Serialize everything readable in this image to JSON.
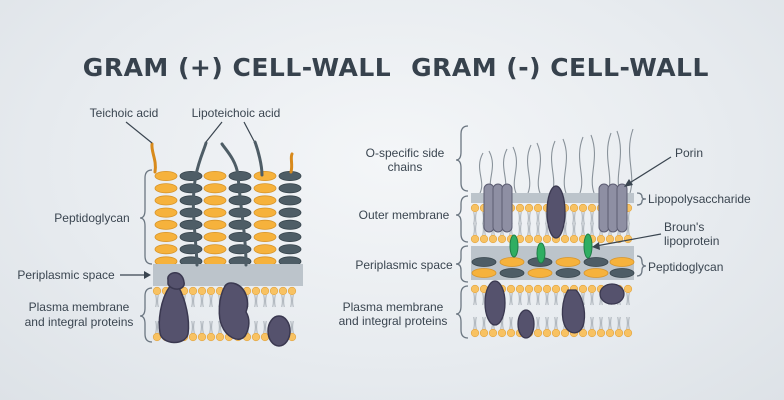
{
  "diagram": {
    "left": {
      "title": "GRAM (+) CELL-WALL",
      "labels": {
        "teichoic_acid": "Teichoic acid",
        "lipoteichoic_acid": "Lipoteichoic acid",
        "peptidoglycan": "Peptidoglycan",
        "periplasmic_space": "Periplasmic space",
        "plasma_membrane_line1": "Plasma membrane",
        "plasma_membrane_line2": "and integral proteins"
      }
    },
    "right": {
      "title": "GRAM (-) CELL-WALL",
      "labels": {
        "o_specific_line1": "O-specific side",
        "o_specific_line2": "chains",
        "outer_membrane": "Outer membrane",
        "periplasmic_space": "Periplasmic space",
        "plasma_membrane_line1": "Plasma membrane",
        "plasma_membrane_line2": "and integral proteins",
        "porin": "Porin",
        "lipopolysaccharide": "Lipopolysaccharide",
        "brouns_line1": "Broun's",
        "brouns_line2": "lipoprotein",
        "peptidoglycan": "Peptidoglycan"
      }
    },
    "colors": {
      "orange": "#f6b23c",
      "dark_slate": "#4e5d66",
      "purple_protein": "#55526d",
      "green_lipoprotein": "#2fae62",
      "periplasm_gray": "#bcc4cb",
      "porin_gray": "#8e8fa3"
    }
  }
}
